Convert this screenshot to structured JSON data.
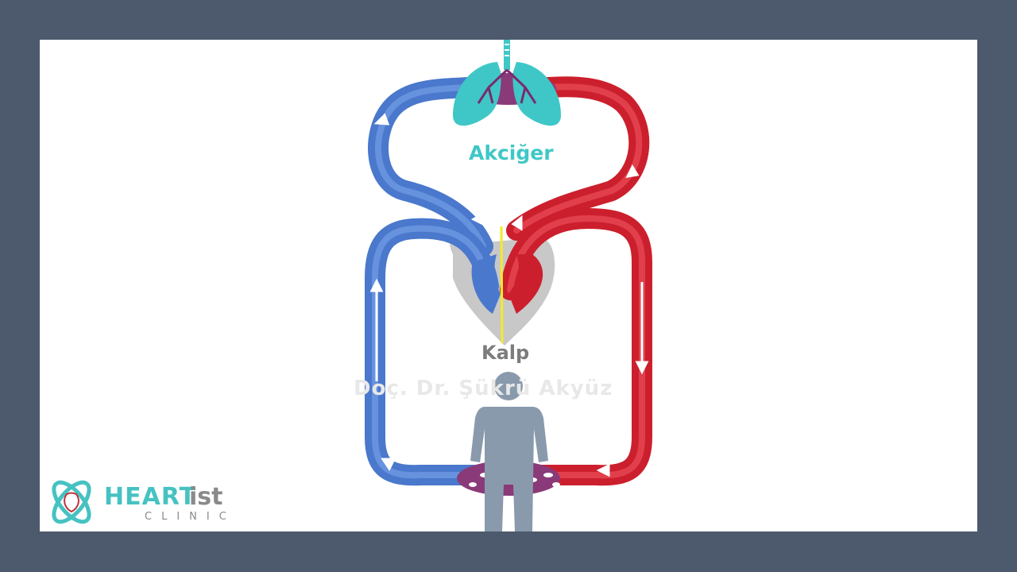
{
  "labels": {
    "lungs": "Akciğer",
    "heart": "Kalp",
    "watermark": "Doç. Dr. Şükrü Akyüz"
  },
  "logo": {
    "brand_main": "HEART",
    "brand_suffix": "ist",
    "subtitle": "CLINIC"
  },
  "colors": {
    "frame": "#4d596c",
    "venous_blue": "#4f7ed0",
    "arterial_red": "#d02030",
    "lung_teal": "#3fc7c7",
    "heart_grey": "#c9c9c9",
    "body_figure": "#8a9aad",
    "septum_line": "#f4ea2a"
  }
}
